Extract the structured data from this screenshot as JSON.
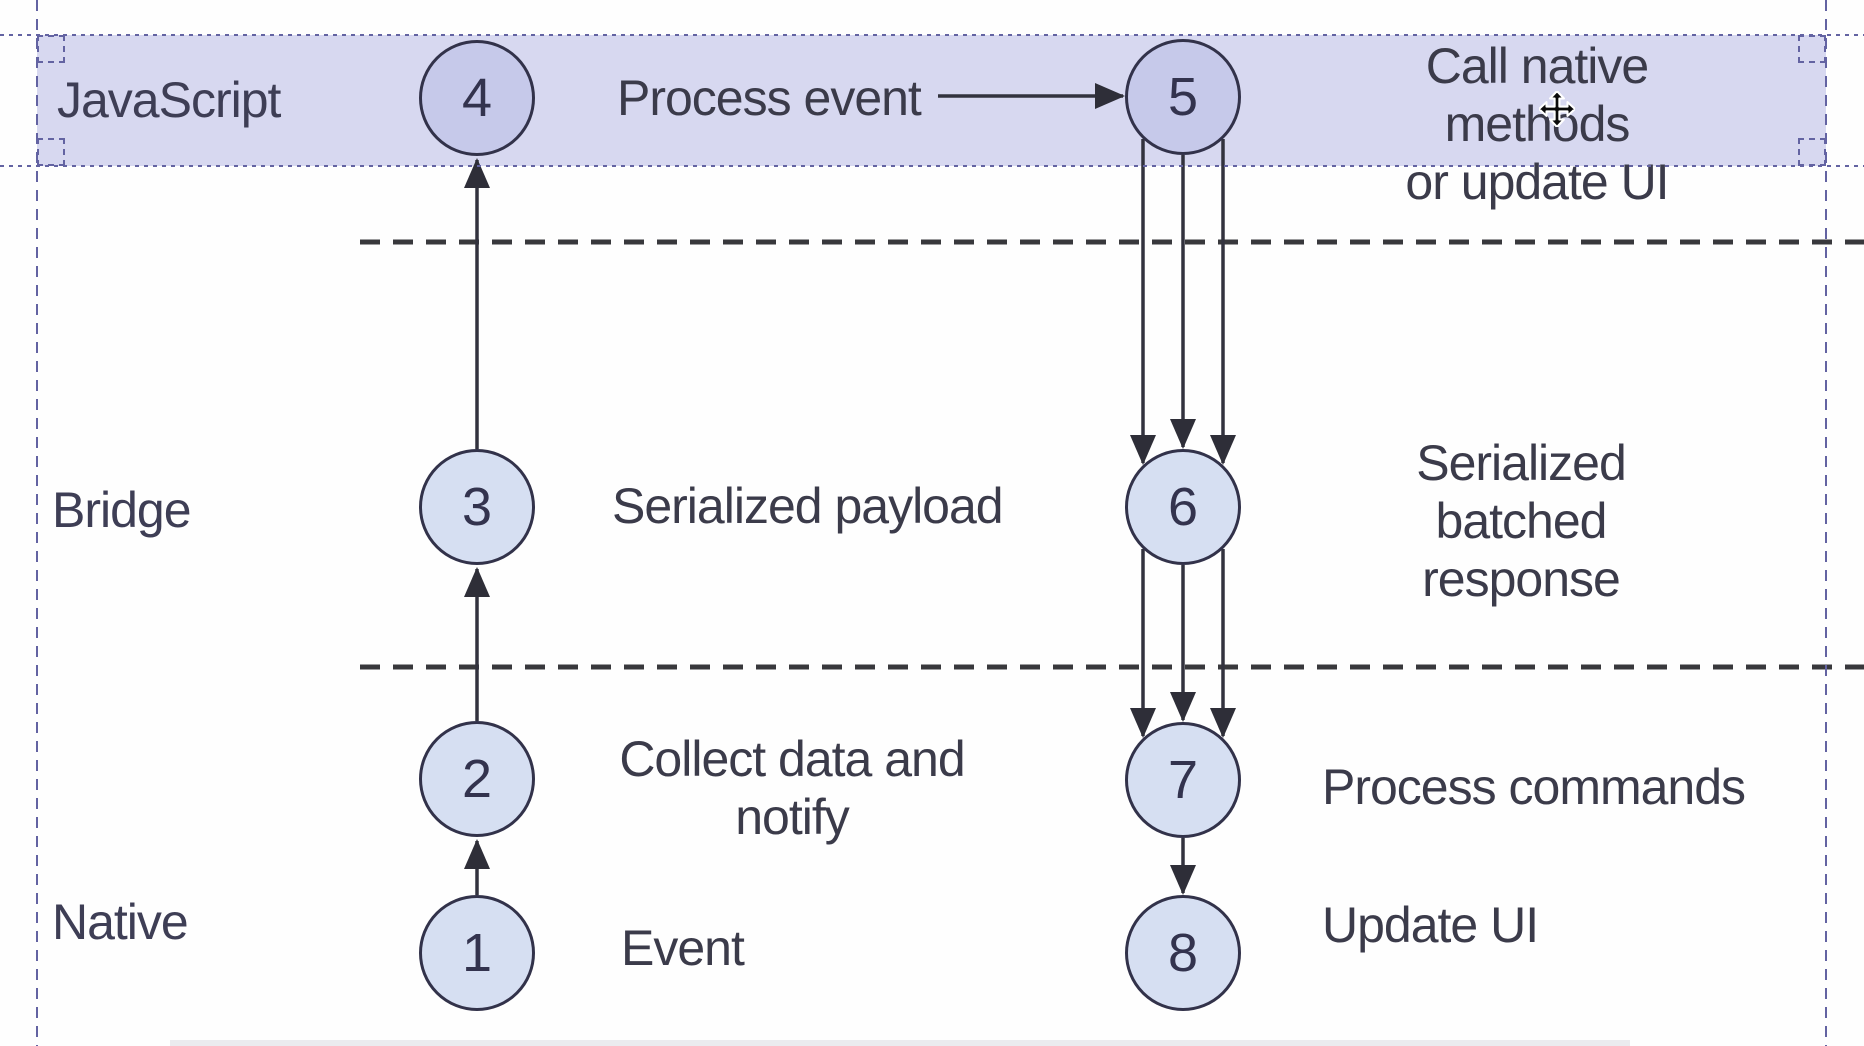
{
  "lanes": [
    {
      "label": "JavaScript"
    },
    {
      "label": "Bridge"
    },
    {
      "label": "Native"
    }
  ],
  "nodes": [
    {
      "number": "1",
      "caption": "Event"
    },
    {
      "number": "2",
      "caption": "Collect data and\nnotify"
    },
    {
      "number": "3",
      "caption": "Serialized payload"
    },
    {
      "number": "4",
      "caption": "Process event"
    },
    {
      "number": "5",
      "caption": "Call native methods\nor update UI"
    },
    {
      "number": "6",
      "caption": "Serialized batched\nresponse"
    },
    {
      "number": "7",
      "caption": "Process commands"
    },
    {
      "number": "8",
      "caption": "Update UI"
    }
  ],
  "colors": {
    "row_highlight": "#d7d8f0",
    "node_fill": "#d6dff2",
    "node_fill_selected": "#c6c9ea",
    "node_stroke": "#32324a",
    "text": "#3b3b4e",
    "arrow": "#32323e",
    "separator_dash": "#38383c",
    "selection_dash": "#6363a2"
  }
}
